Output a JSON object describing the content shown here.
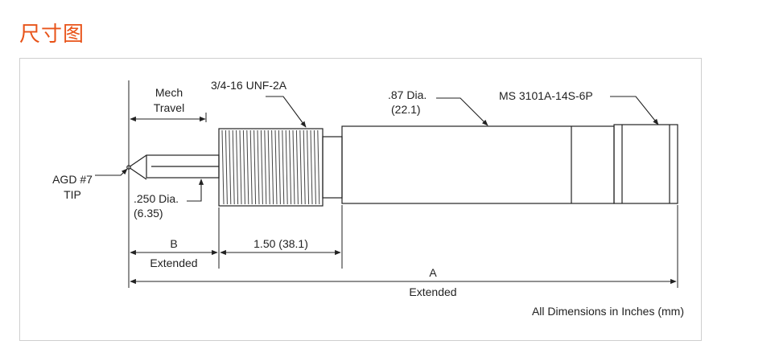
{
  "page": {
    "title": "尺寸图"
  },
  "diagram": {
    "labels": {
      "mech_line1": "Mech",
      "mech_line2": "Travel",
      "thread_spec": "3/4-16 UNF-2A",
      "body_dia_line1": ".87 Dia.",
      "body_dia_line2": "(22.1)",
      "connector": "MS 3101A-14S-6P",
      "tip_line1": "AGD #7",
      "tip_line2": "TIP",
      "rod_dia_line1": ".250 Dia.",
      "rod_dia_line2": "(6.35)",
      "dim_b": "B",
      "dim_b_sub": "Extended",
      "dim_thread_len": "1.50 (38.1)",
      "dim_a": "A",
      "dim_a_sub": "Extended",
      "units_note": "All Dimensions in Inches (mm)"
    }
  }
}
